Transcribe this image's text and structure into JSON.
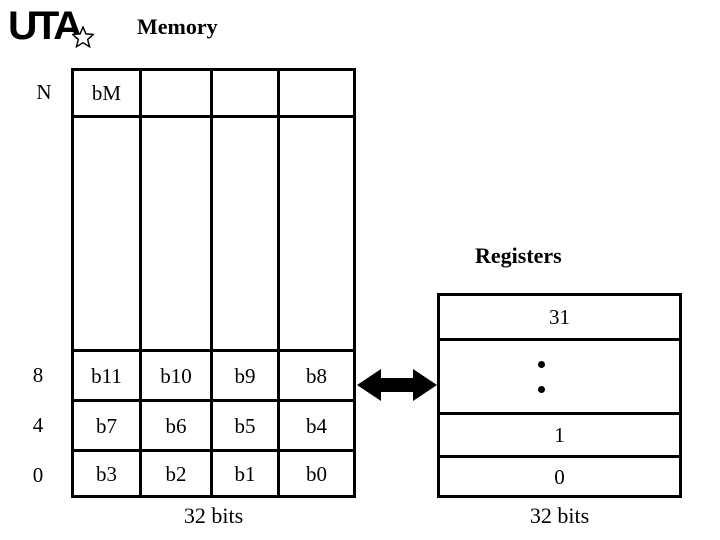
{
  "logo": {
    "text": "UTA",
    "star_icon": "star-icon"
  },
  "titles": {
    "memory": "Memory",
    "registers": "Registers"
  },
  "memory": {
    "top_label": "N",
    "columns": 4,
    "rows": [
      {
        "label": "",
        "cells": [
          "bM",
          "",
          "",
          ""
        ]
      },
      {
        "label": "",
        "cells": [
          "",
          "",
          "",
          ""
        ]
      },
      {
        "label": "8",
        "cells": [
          "b11",
          "b10",
          "b9",
          "b8"
        ]
      },
      {
        "label": "4",
        "cells": [
          "b7",
          "b6",
          "b5",
          "b4"
        ]
      },
      {
        "label": "0",
        "cells": [
          "b3",
          "b2",
          "b1",
          "b0"
        ]
      }
    ],
    "caption": "32 bits"
  },
  "registers": {
    "rows": [
      {
        "value": "31",
        "kind": "text"
      },
      {
        "value": "",
        "kind": "ellipsis"
      },
      {
        "value": "1",
        "kind": "text"
      },
      {
        "value": "0",
        "kind": "text"
      }
    ],
    "caption": "32 bits"
  },
  "arrow": {
    "name": "bidirectional-transfer-arrow",
    "color": "#000000"
  },
  "colors": {
    "background": "#ffffff",
    "line": "#000000",
    "text": "#000000"
  }
}
